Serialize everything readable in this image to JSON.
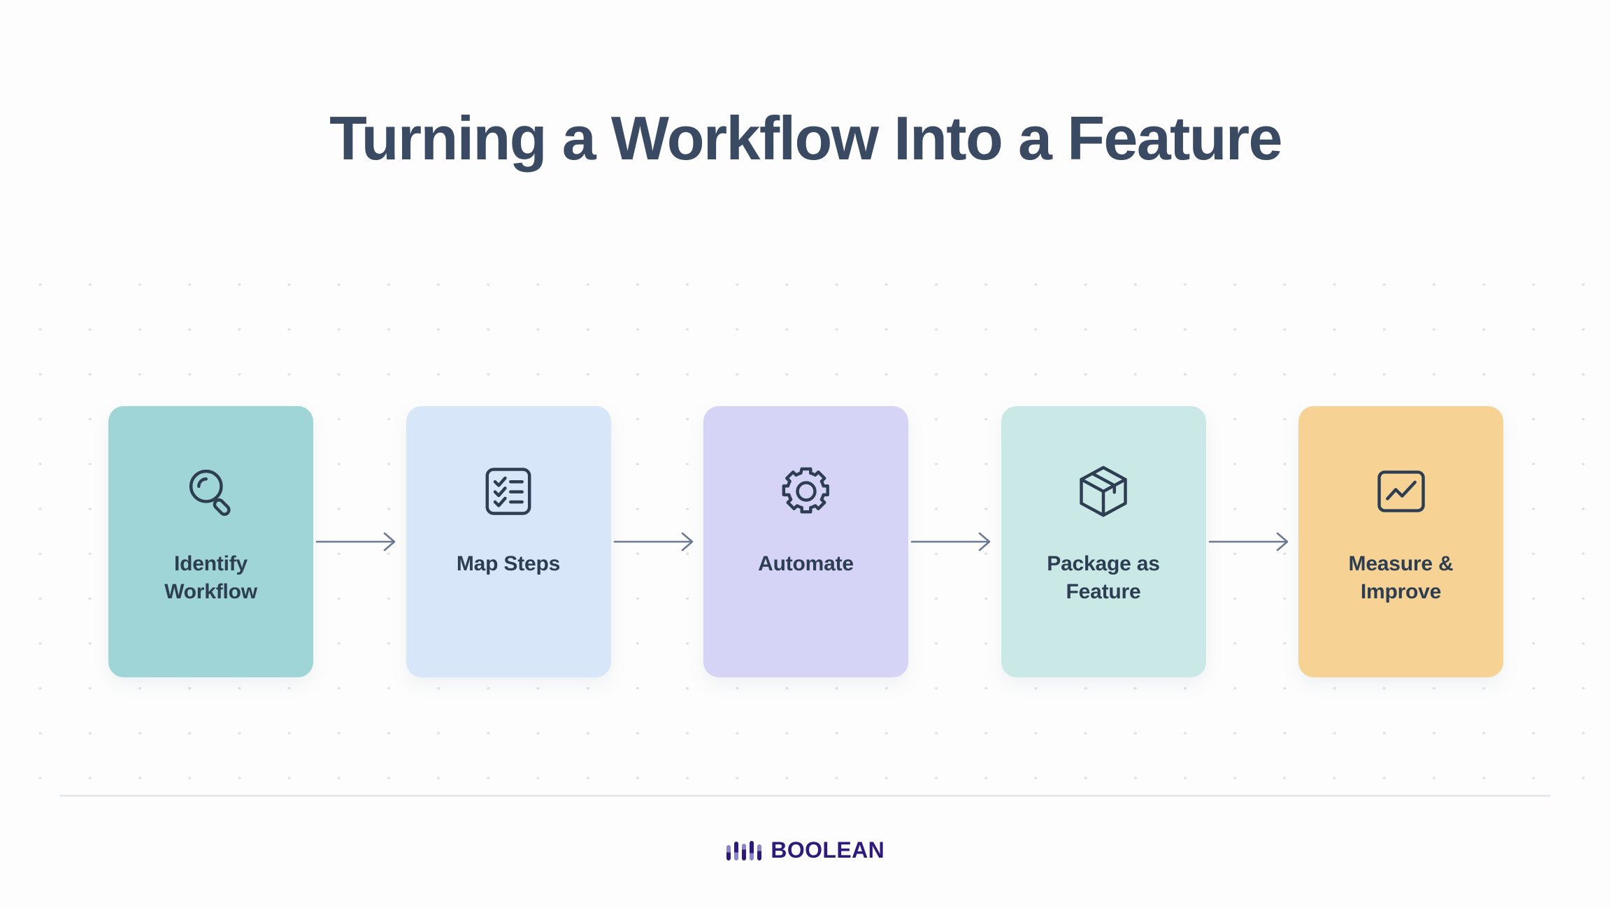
{
  "slide": {
    "title": "Turning a Workflow Into a Feature",
    "background_color": "#fdfdfd",
    "title_color": "#3a4a63",
    "icon_color": "#2d3e52"
  },
  "flow": {
    "steps": [
      {
        "label": "Identify Workflow",
        "icon": "magnifier-icon",
        "background_color": "#9fd5d7"
      },
      {
        "label": "Map Steps",
        "icon": "checklist-icon",
        "background_color": "#d7e6f9"
      },
      {
        "label": "Automate",
        "icon": "gear-icon",
        "background_color": "#d5d4f7"
      },
      {
        "label": "Package as Feature",
        "icon": "box-icon",
        "background_color": "#c9e8e6"
      },
      {
        "label": "Measure & Improve",
        "icon": "chart-line-icon",
        "background_color": "#f6d394"
      }
    ],
    "connector_icon": "arrow-right-icon",
    "connector_color": "#6b7a90"
  },
  "footer": {
    "logo_text": "BOOLEAN",
    "logo_mark_icon": "boolean-bars-logo",
    "logo_color": "#2e1a7a",
    "logo_accent_color": "#8d85c9",
    "divider_color": "#e4e9ef"
  }
}
